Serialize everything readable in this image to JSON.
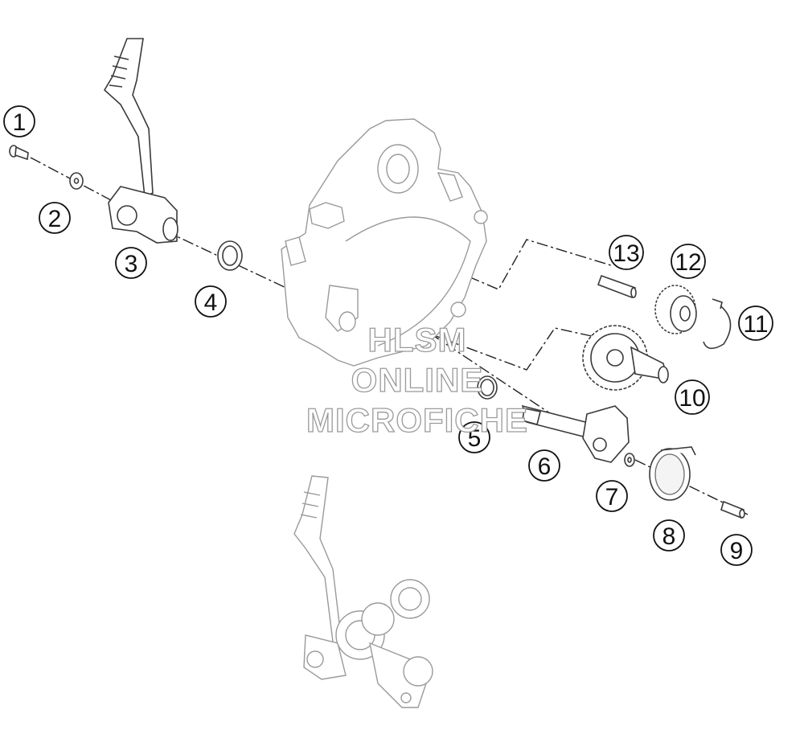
{
  "diagram": {
    "callouts": [
      "1",
      "2",
      "3",
      "4",
      "5",
      "6",
      "7",
      "8",
      "9",
      "10",
      "11",
      "12",
      "13"
    ],
    "watermark": [
      "HLSM",
      "ONLINE",
      "MICROFICHE"
    ]
  }
}
